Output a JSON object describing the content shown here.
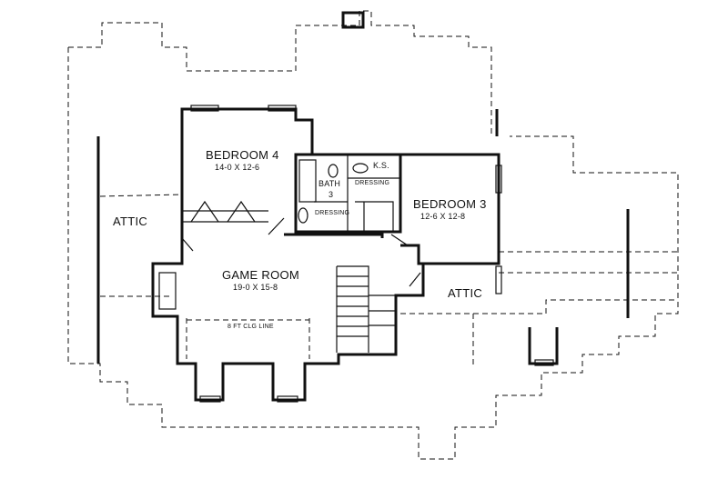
{
  "rooms": {
    "bedroom4": {
      "name": "BEDROOM 4",
      "size": "14-0 X 12-6"
    },
    "bedroom3": {
      "name": "BEDROOM 3",
      "size": "12-6 X 12-8"
    },
    "game_room": {
      "name": "GAME ROOM",
      "size": "19-0 X 15-8"
    },
    "bath": {
      "name": "BATH",
      "number": "3"
    },
    "ks": {
      "name": "K.S."
    },
    "dressing_upper": {
      "name": "DRESSING"
    },
    "dressing_lower": {
      "name": "DRESSING"
    }
  },
  "attic_left": "ATTIC",
  "attic_right": "ATTIC",
  "ceiling_note": "8 FT CLG LINE"
}
